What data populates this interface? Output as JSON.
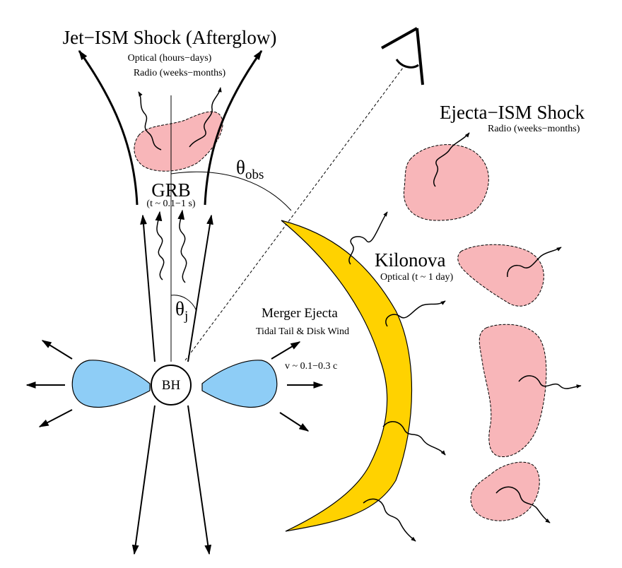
{
  "labels": {
    "jet_title": "Jet−ISM Shock (Afterglow)",
    "jet_optical": "Optical (hours−days)",
    "jet_radio": "Radio (weeks−months)",
    "grb": "GRB",
    "grb_time": "(t ~ 0.1−1 s)",
    "theta_obs_symbol": "θ",
    "theta_obs_sub": "obs",
    "theta_j_symbol": "θ",
    "theta_j_sub": "j",
    "bh": "BH",
    "ejecta_ism_title": "Ejecta−ISM Shock",
    "ejecta_ism_radio": "Radio (weeks−months)",
    "kilonova": "Kilonova",
    "kilonova_optical": "Optical (t ~ 1 day)",
    "merger_ejecta": "Merger Ejecta",
    "tidal_wind": "Tidal Tail & Disk Wind",
    "velocity": "v ~ 0.1−0.3 c"
  },
  "icons": {
    "observer": "eye-icon",
    "black_hole": "black-hole-icon"
  },
  "colors": {
    "shock": "#f8b6b9",
    "disk": "#8ecdf6",
    "kilonova": "#ffd200",
    "line": "#000000"
  }
}
